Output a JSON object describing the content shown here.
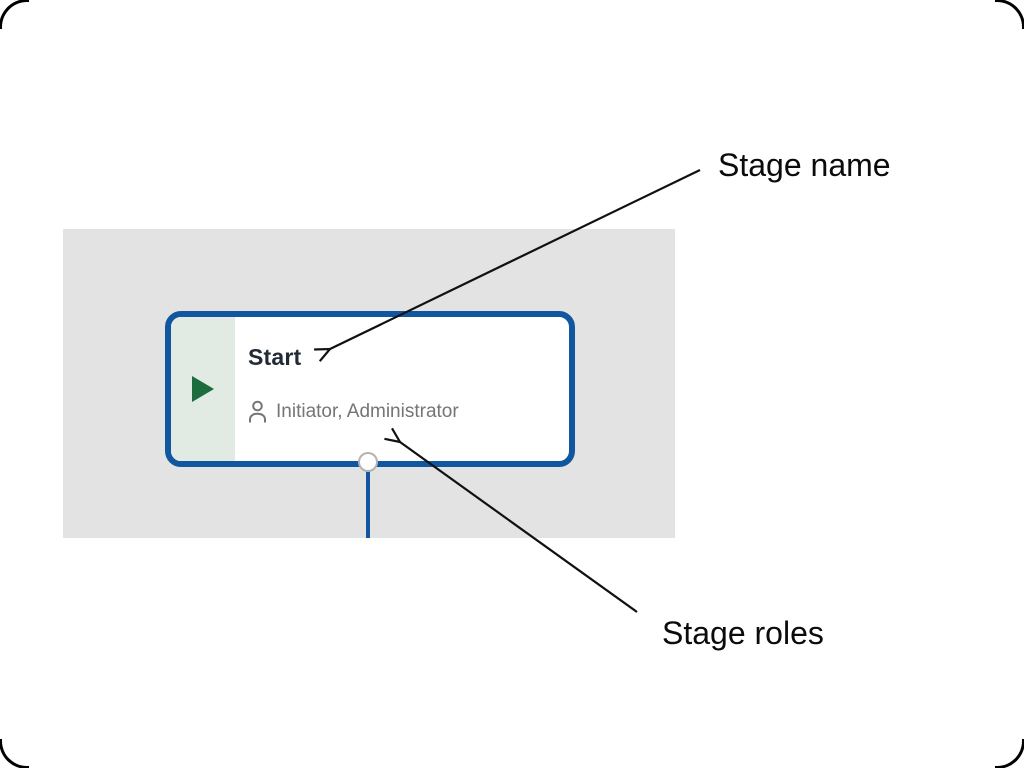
{
  "figure": {
    "stage_card": {
      "title": "Start",
      "roles": "Initiator, Administrator"
    },
    "annotations": {
      "stage_name": "Stage name",
      "stage_roles": "Stage roles"
    }
  },
  "icons": {
    "play": "play-icon",
    "person": "person-icon",
    "connector": "connector-dot"
  },
  "colors": {
    "card_border": "#11579f",
    "connector_line": "#11579f",
    "accent_strip": "#e2eae4",
    "play_green": "#1c6c3e",
    "canvas_bg": "#e3e3e3",
    "title_text": "#212b36",
    "roles_text": "#757575",
    "annotation_text": "#0b0b0b",
    "arrow": "#111111",
    "dot_border": "#b3b3b3"
  }
}
